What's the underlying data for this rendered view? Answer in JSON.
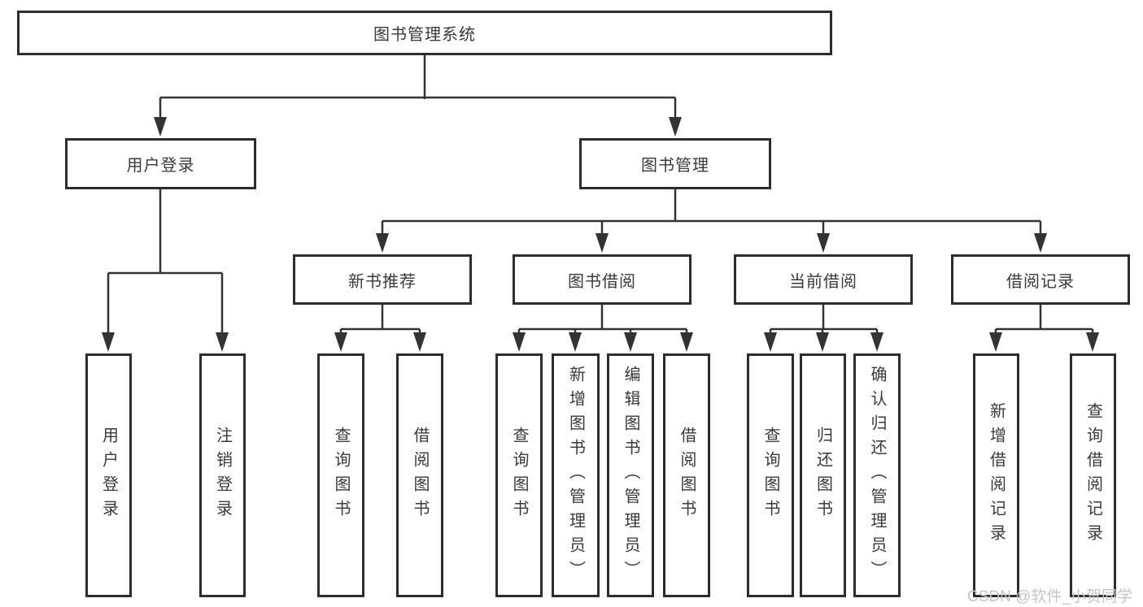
{
  "diagram": {
    "root": {
      "label": "图书管理系统"
    },
    "branches": [
      {
        "label": "用户登录",
        "leaves": [
          {
            "label": "用户登录"
          },
          {
            "label": "注销登录"
          }
        ]
      },
      {
        "label": "图书管理",
        "groups": [
          {
            "label": "新书推荐",
            "leaves": [
              {
                "label": "查询图书"
              },
              {
                "label": "借阅图书"
              }
            ]
          },
          {
            "label": "图书借阅",
            "leaves": [
              {
                "label": "查询图书"
              },
              {
                "label": "新增图书（管理员）"
              },
              {
                "label": "编辑图书（管理员）"
              },
              {
                "label": "借阅图书"
              }
            ]
          },
          {
            "label": "当前借阅",
            "leaves": [
              {
                "label": "查询图书"
              },
              {
                "label": "归还图书"
              },
              {
                "label": "确认归还（管理员）"
              }
            ]
          },
          {
            "label": "借阅记录",
            "leaves": [
              {
                "label": "新增借阅记录"
              },
              {
                "label": "查询借阅记录"
              }
            ]
          }
        ]
      }
    ]
  },
  "watermark": {
    "text": "CSDN @软件_小贺同学"
  },
  "colors": {
    "background": "#ffffff",
    "line": "#333333",
    "box_border": "#2d2d2d",
    "box_fill": "#ffffff",
    "text": "#3a3a3a",
    "watermark": "#c6c6c6"
  }
}
